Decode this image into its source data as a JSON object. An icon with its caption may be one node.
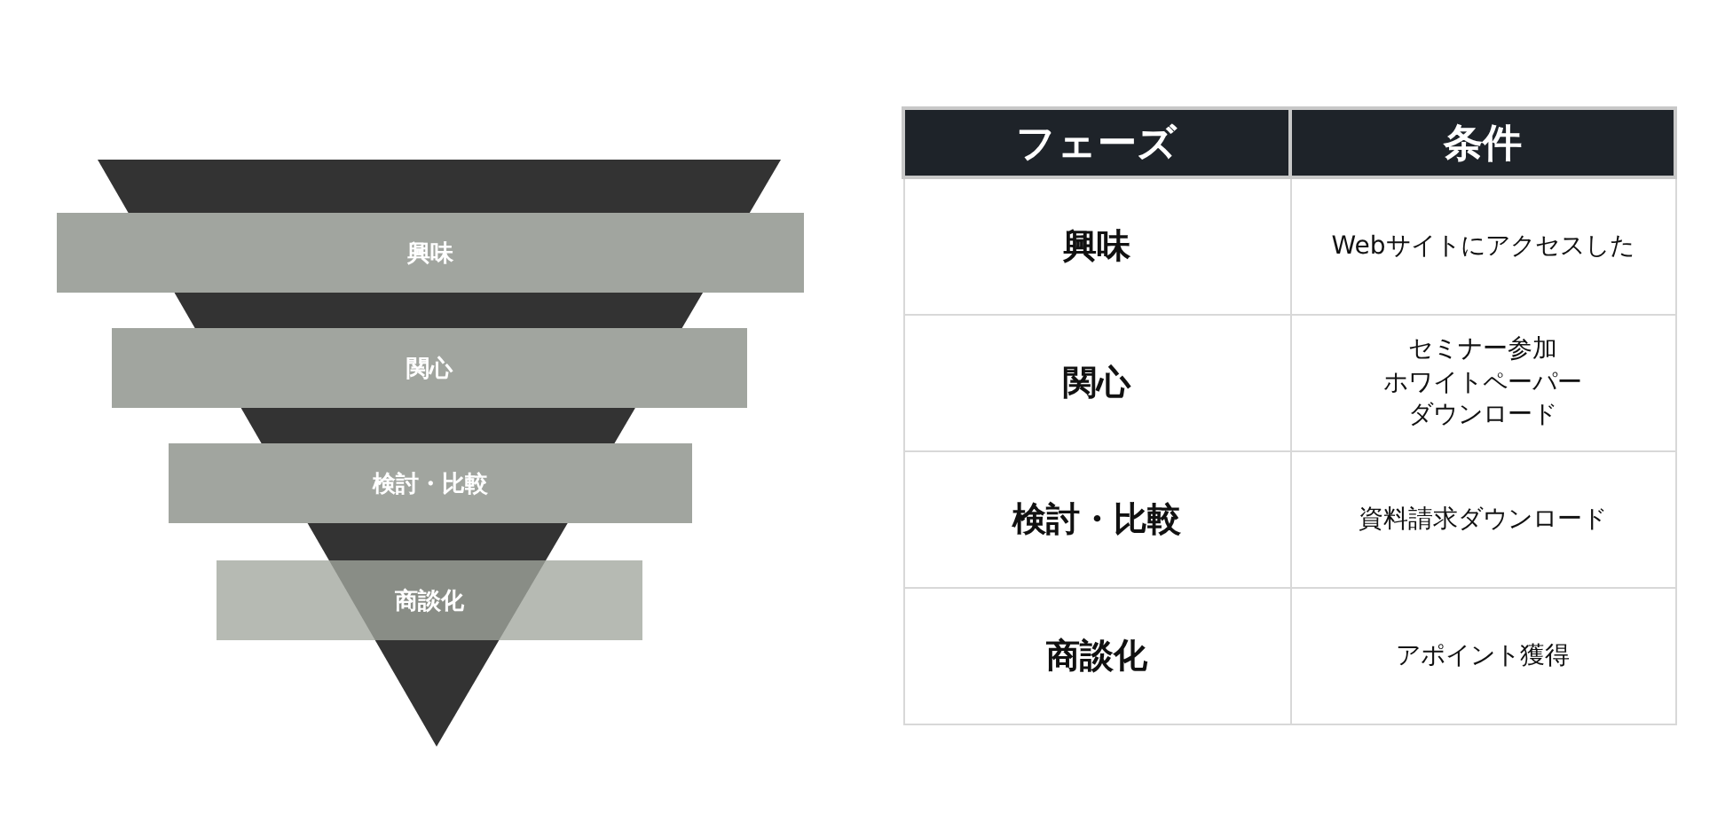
{
  "diagram": {
    "nodes": [
      {
        "text": [
          "興味"
        ]
      },
      {
        "text": [
          "関心"
        ]
      },
      {
        "text": [
          "検討・比較"
        ]
      },
      {
        "text": [
          "商談化"
        ]
      }
    ],
    "labels": [
      "フェーズ",
      "条件",
      "興味",
      "Webサイトにアクセスした",
      "関心",
      "セミナー参加ホワイトペーパーダウンロード",
      "検討・比較",
      "資料請求ダウンロード",
      "商談化",
      "アポイント獲得"
    ]
  }
}
